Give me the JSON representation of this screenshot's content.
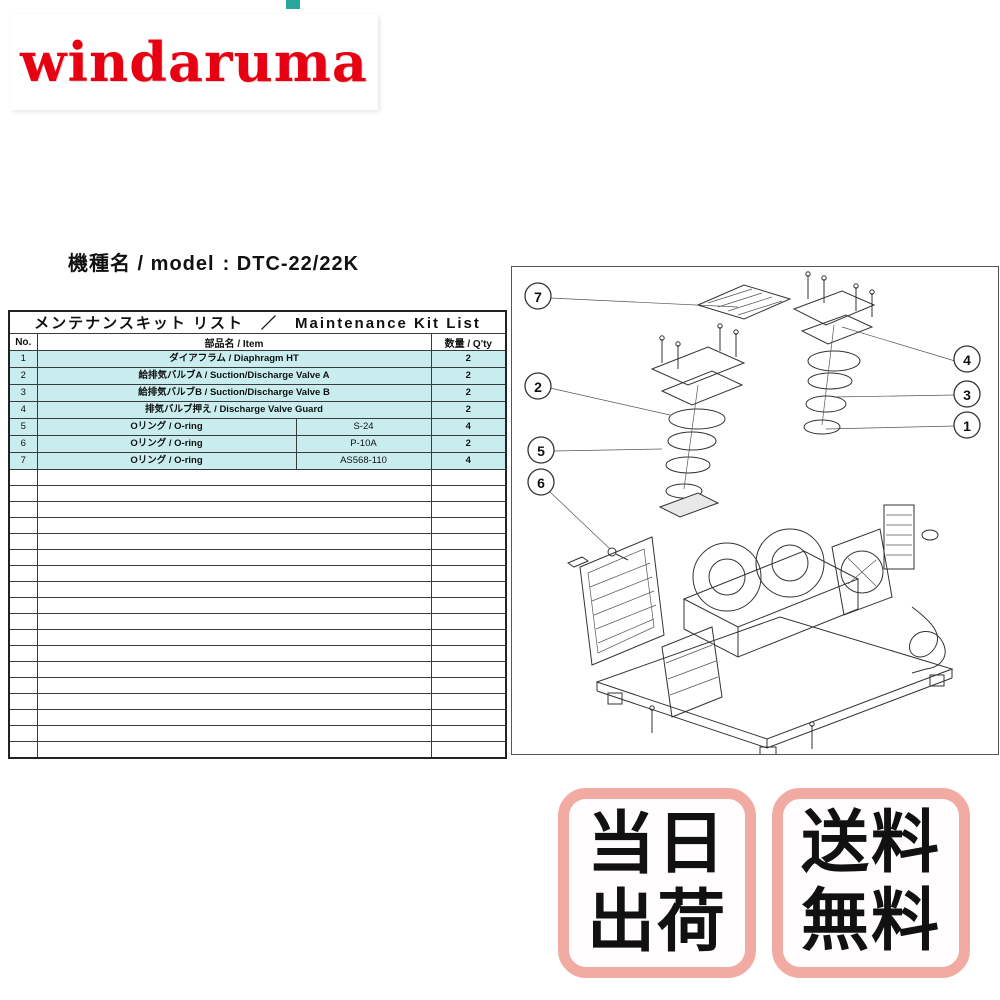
{
  "logo": {
    "text": "windaruma"
  },
  "model": {
    "label": "機種名 / model",
    "value": ": DTC-22/22K"
  },
  "table": {
    "title": "メンテナンスキット リスト　／　Maintenance Kit  List",
    "headers": {
      "no": "No.",
      "item": "部品名 / Item",
      "qty": "数量 / Q'ty"
    },
    "rows": [
      {
        "no": "1",
        "item": "ダイアフラム / Diaphragm HT",
        "part": "",
        "qty": "2",
        "highlight": true
      },
      {
        "no": "2",
        "item": "給排気バルブA / Suction/Discharge Valve A",
        "part": "",
        "qty": "2",
        "highlight": true
      },
      {
        "no": "3",
        "item": "給排気バルブB / Suction/Discharge Valve B",
        "part": "",
        "qty": "2",
        "highlight": true
      },
      {
        "no": "4",
        "item": "排気バルブ押え / Discharge Valve Guard",
        "part": "",
        "qty": "2",
        "highlight": true
      },
      {
        "no": "5",
        "item": "Oリング / O-ring",
        "part": "S-24",
        "qty": "4",
        "highlight": true
      },
      {
        "no": "6",
        "item": "Oリング / O-ring",
        "part": "P-10A",
        "qty": "2",
        "highlight": true
      },
      {
        "no": "7",
        "item": "Oリング / O-ring",
        "part": "AS568-110",
        "qty": "4",
        "highlight": true
      }
    ],
    "empty_rows": 18
  },
  "diagram": {
    "callouts": [
      {
        "label": "7"
      },
      {
        "label": "2"
      },
      {
        "label": "5"
      },
      {
        "label": "6"
      },
      {
        "label": "4"
      },
      {
        "label": "3"
      },
      {
        "label": "1"
      }
    ]
  },
  "badges": [
    {
      "name": "same-day-shipping",
      "line1": "当日",
      "line2": "出荷"
    },
    {
      "name": "free-shipping",
      "line1": "送料",
      "line2": "無料"
    }
  ],
  "colors": {
    "logo_red": "#e60012",
    "row_highlight": "#c9edee",
    "badge_border": "#f2aba3",
    "artifact_teal": "#2aa79b"
  }
}
